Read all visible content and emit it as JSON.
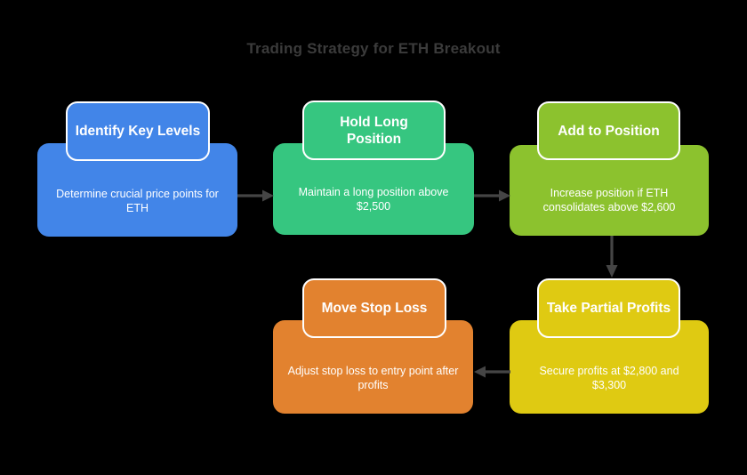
{
  "chart_data": {
    "type": "diagram",
    "diagram_kind": "process-flowchart",
    "title": "Trading Strategy for ETH Breakout",
    "background_color": "#000000",
    "title_color": "#3b3b3b",
    "flow_order": [
      "Identify Key Levels",
      "Hold Long Position",
      "Add to Position",
      "Take Partial Profits",
      "Move Stop Loss"
    ],
    "nodes": [
      {
        "id": "identify-key-levels",
        "title": "Identify Key Levels",
        "description": "Determine crucial price points for ETH",
        "color": "#4285e8",
        "row": 1,
        "column": 1
      },
      {
        "id": "hold-long-position",
        "title": "Hold Long Position",
        "description": "Maintain a long position above $2,500",
        "color": "#36c680",
        "row": 1,
        "column": 2
      },
      {
        "id": "add-to-position",
        "title": "Add to Position",
        "description": "Increase position if ETH consolidates above $2,600",
        "color": "#8cc22e",
        "row": 1,
        "column": 3
      },
      {
        "id": "take-partial-profits",
        "title": "Take Partial Profits",
        "description": "Secure profits at $2,800 and $3,300",
        "color": "#dfca12",
        "row": 2,
        "column": 3
      },
      {
        "id": "move-stop-loss",
        "title": "Move Stop Loss",
        "description": "Adjust stop loss to entry point after profits",
        "color": "#e2822f",
        "row": 2,
        "column": 2
      }
    ],
    "connectors": [
      {
        "from": "identify-key-levels",
        "to": "hold-long-position",
        "direction": "right"
      },
      {
        "from": "hold-long-position",
        "to": "add-to-position",
        "direction": "right"
      },
      {
        "from": "add-to-position",
        "to": "take-partial-profits",
        "direction": "down"
      },
      {
        "from": "take-partial-profits",
        "to": "move-stop-loss",
        "direction": "left"
      }
    ],
    "connector_color": "#454545"
  },
  "header": {
    "title": "Trading Strategy for ETH Breakout"
  },
  "nodes": {
    "n1": {
      "title": "Identify Key Levels",
      "desc": "Determine crucial price points for ETH"
    },
    "n2": {
      "title": "Hold Long Position",
      "desc": "Maintain a long position above $2,500"
    },
    "n3": {
      "title": "Add to Position",
      "desc": "Increase position if ETH consolidates above $2,600"
    },
    "n4": {
      "title": "Take Partial Profits",
      "desc": "Secure profits at $2,800 and $3,300"
    },
    "n5": {
      "title": "Move Stop Loss",
      "desc": "Adjust stop loss to entry point after profits"
    }
  },
  "colors": {
    "node1": "#4285e8",
    "node2": "#36c680",
    "node3": "#8cc22e",
    "node4": "#dfca12",
    "node5": "#e2822f",
    "arrow": "#454545",
    "title": "#3b3b3b",
    "background": "#000000",
    "text": "#ffffff"
  }
}
